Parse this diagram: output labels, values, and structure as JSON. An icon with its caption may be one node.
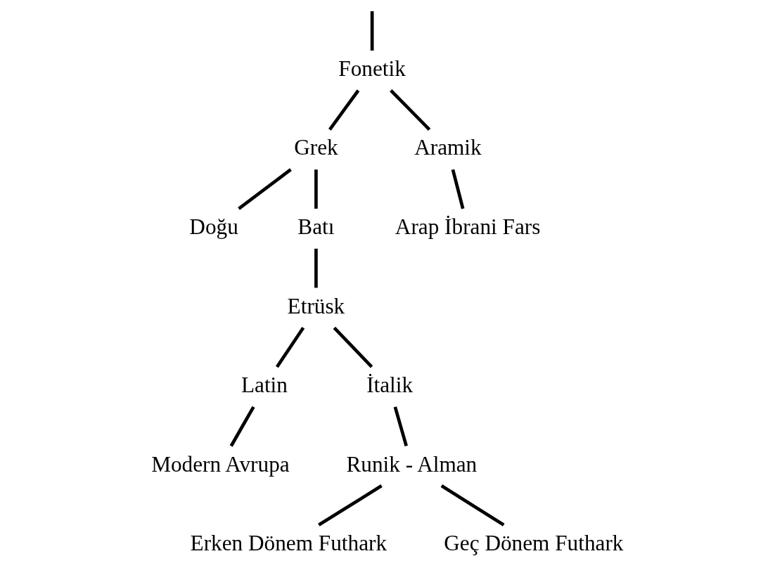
{
  "diagram": {
    "nodes": [
      {
        "text": [
          "Fonetik"
        ]
      },
      {
        "text": [
          "Grek"
        ]
      },
      {
        "text": [
          "Aramik"
        ]
      },
      {
        "text": [
          "Doğu"
        ]
      },
      {
        "text": [
          "Batı"
        ]
      },
      {
        "text": [
          "Arap İbrani Fars"
        ]
      },
      {
        "text": [
          "Etrüsk"
        ]
      },
      {
        "text": [
          "Latin"
        ]
      },
      {
        "text": [
          "İtalik"
        ]
      },
      {
        "text": [
          "Modern Avrupa"
        ]
      },
      {
        "text": [
          "Runik - Alman"
        ]
      },
      {
        "text": [
          "Erken Dönem Futhark"
        ]
      },
      {
        "text": [
          "Geç Dönem Futhark"
        ]
      }
    ],
    "edges": [
      {
        "from": null,
        "to": 0,
        "arrow": "none"
      },
      {
        "from": 0,
        "to": 1,
        "arrow": "none"
      },
      {
        "from": 0,
        "to": 2,
        "arrow": "none"
      },
      {
        "from": 1,
        "to": 3,
        "arrow": "none"
      },
      {
        "from": 1,
        "to": 4,
        "arrow": "none"
      },
      {
        "from": 2,
        "to": 5,
        "arrow": "none"
      },
      {
        "from": 4,
        "to": 6,
        "arrow": "none"
      },
      {
        "from": 6,
        "to": 7,
        "arrow": "none"
      },
      {
        "from": 6,
        "to": 8,
        "arrow": "none"
      },
      {
        "from": 7,
        "to": 9,
        "arrow": "none"
      },
      {
        "from": 8,
        "to": 10,
        "arrow": "none"
      },
      {
        "from": 10,
        "to": 11,
        "arrow": "none"
      },
      {
        "from": 10,
        "to": 12,
        "arrow": "none"
      }
    ]
  }
}
